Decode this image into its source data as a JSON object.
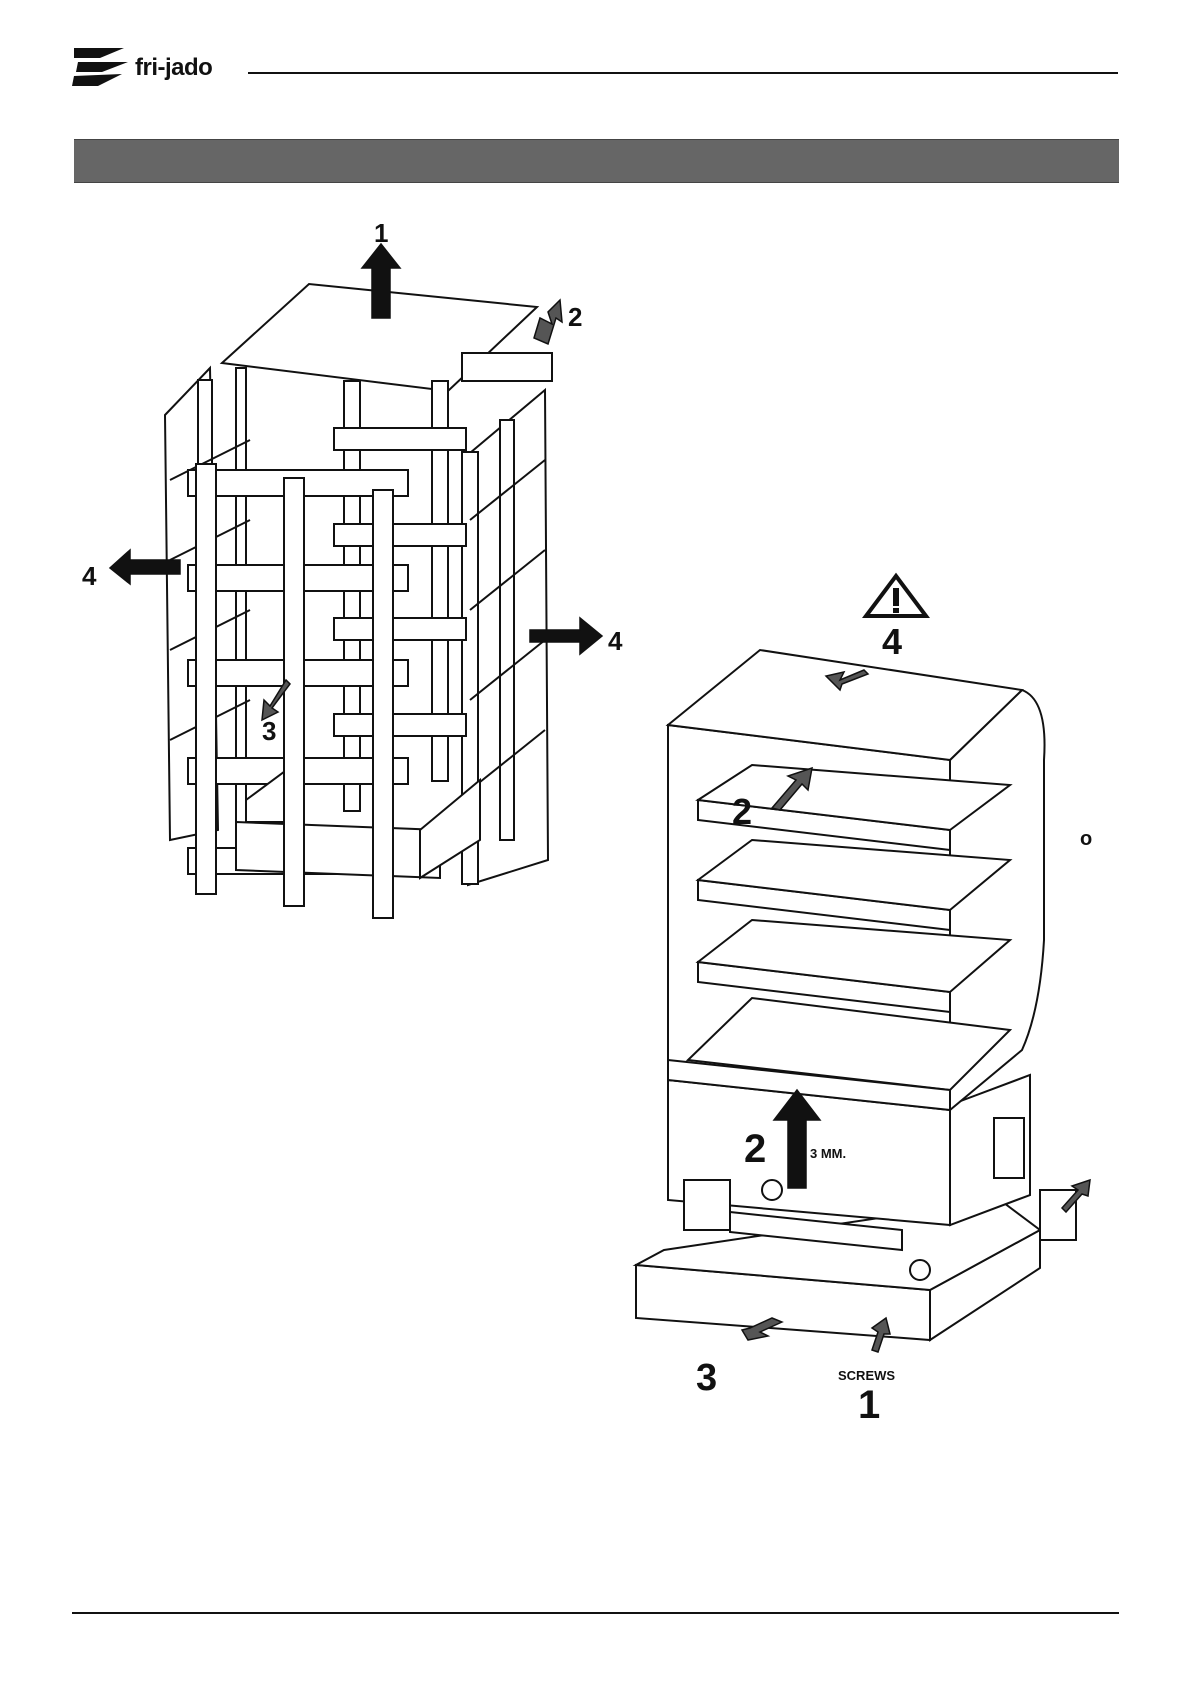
{
  "header": {
    "brand": "fri-jado",
    "logo_icon": "fri-jado-swoosh-logo"
  },
  "crate_figure": {
    "labels": [
      "1",
      "2",
      "3",
      "4",
      "4"
    ]
  },
  "cabinet_figure": {
    "warning_icon": "warning-triangle-icon",
    "labels": {
      "warning_step": "4",
      "shelf_step": "2",
      "lift_step": "2",
      "lift_note": "3 MM.",
      "base_step": "3",
      "screws_note": "SCREWS",
      "screws_step": "1",
      "side_mark": "o"
    }
  }
}
